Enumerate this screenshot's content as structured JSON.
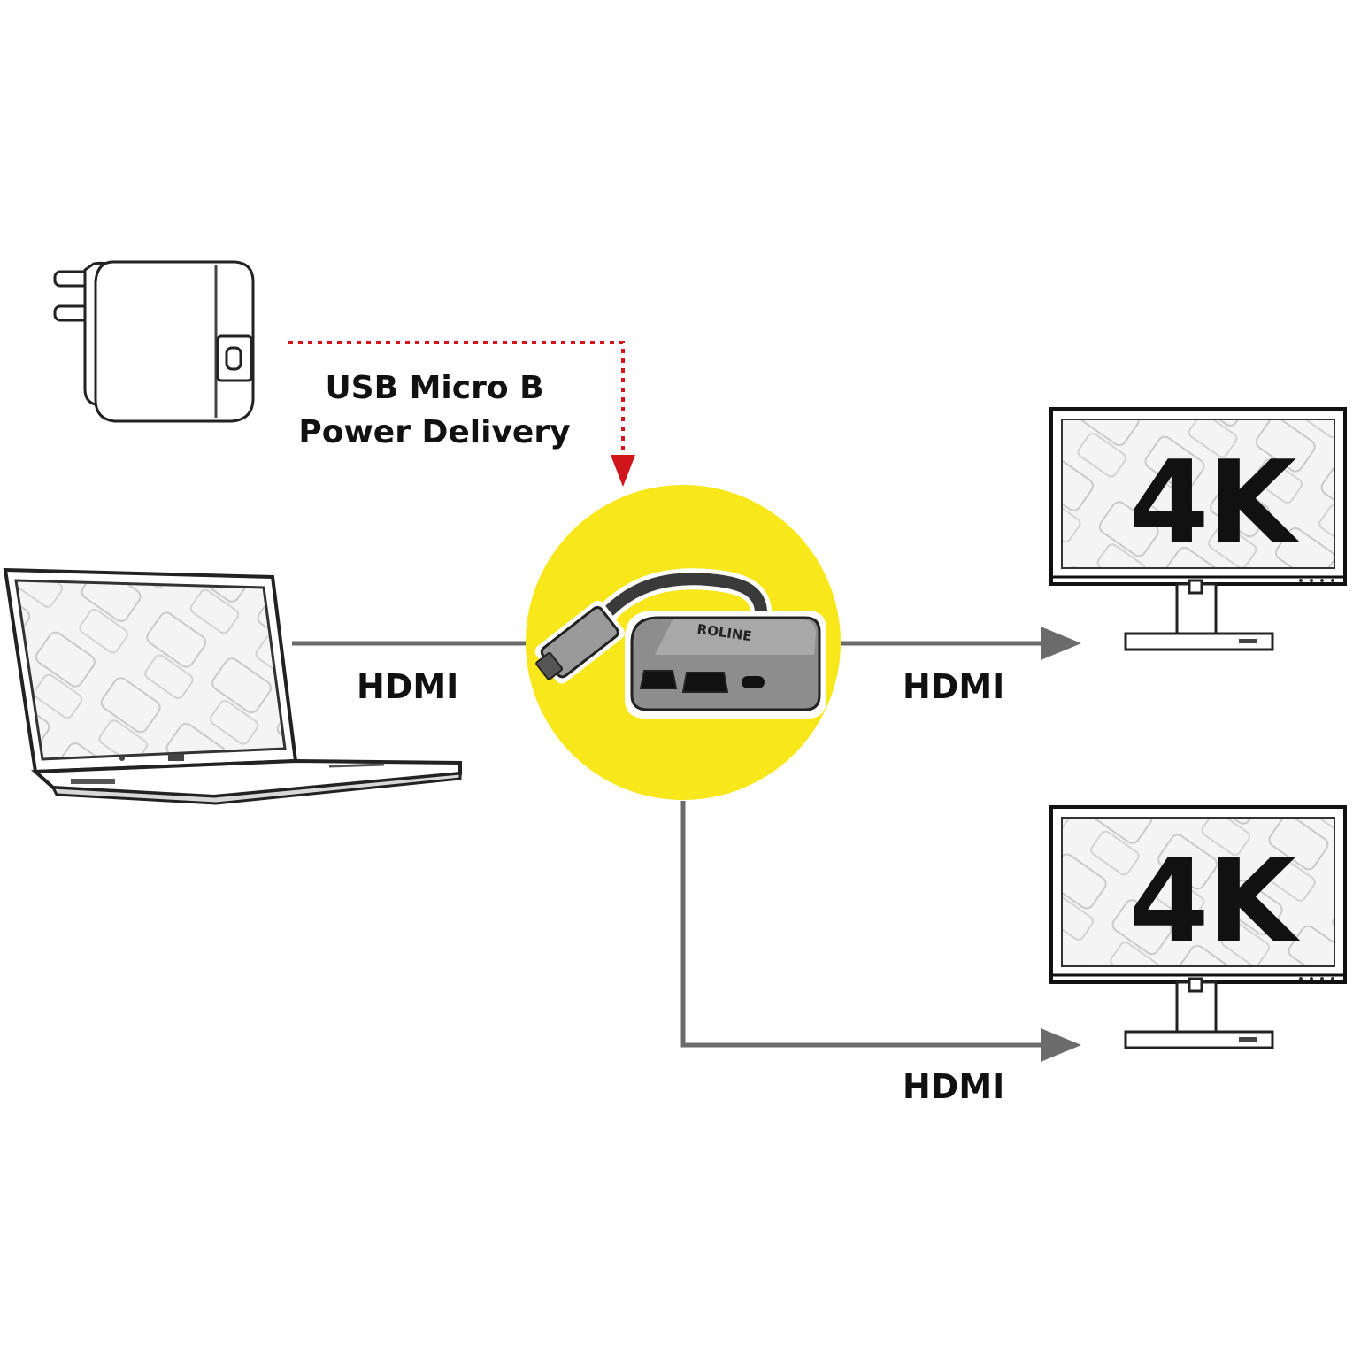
{
  "labels": {
    "usb_line1": "USB Micro B",
    "usb_line2": "Power Delivery",
    "hdmi_in": "HDMI",
    "hdmi_out_top": "HDMI",
    "hdmi_out_bottom": "HDMI",
    "monitor_top_res": "4K",
    "monitor_bottom_res": "4K",
    "adapter_brand": "ROLINE"
  },
  "colors": {
    "line": "#6b6b6b",
    "power_dotted": "#d0151b",
    "highlight_circle": "#f7e71b",
    "adapter_body": "#8d8d8d"
  }
}
